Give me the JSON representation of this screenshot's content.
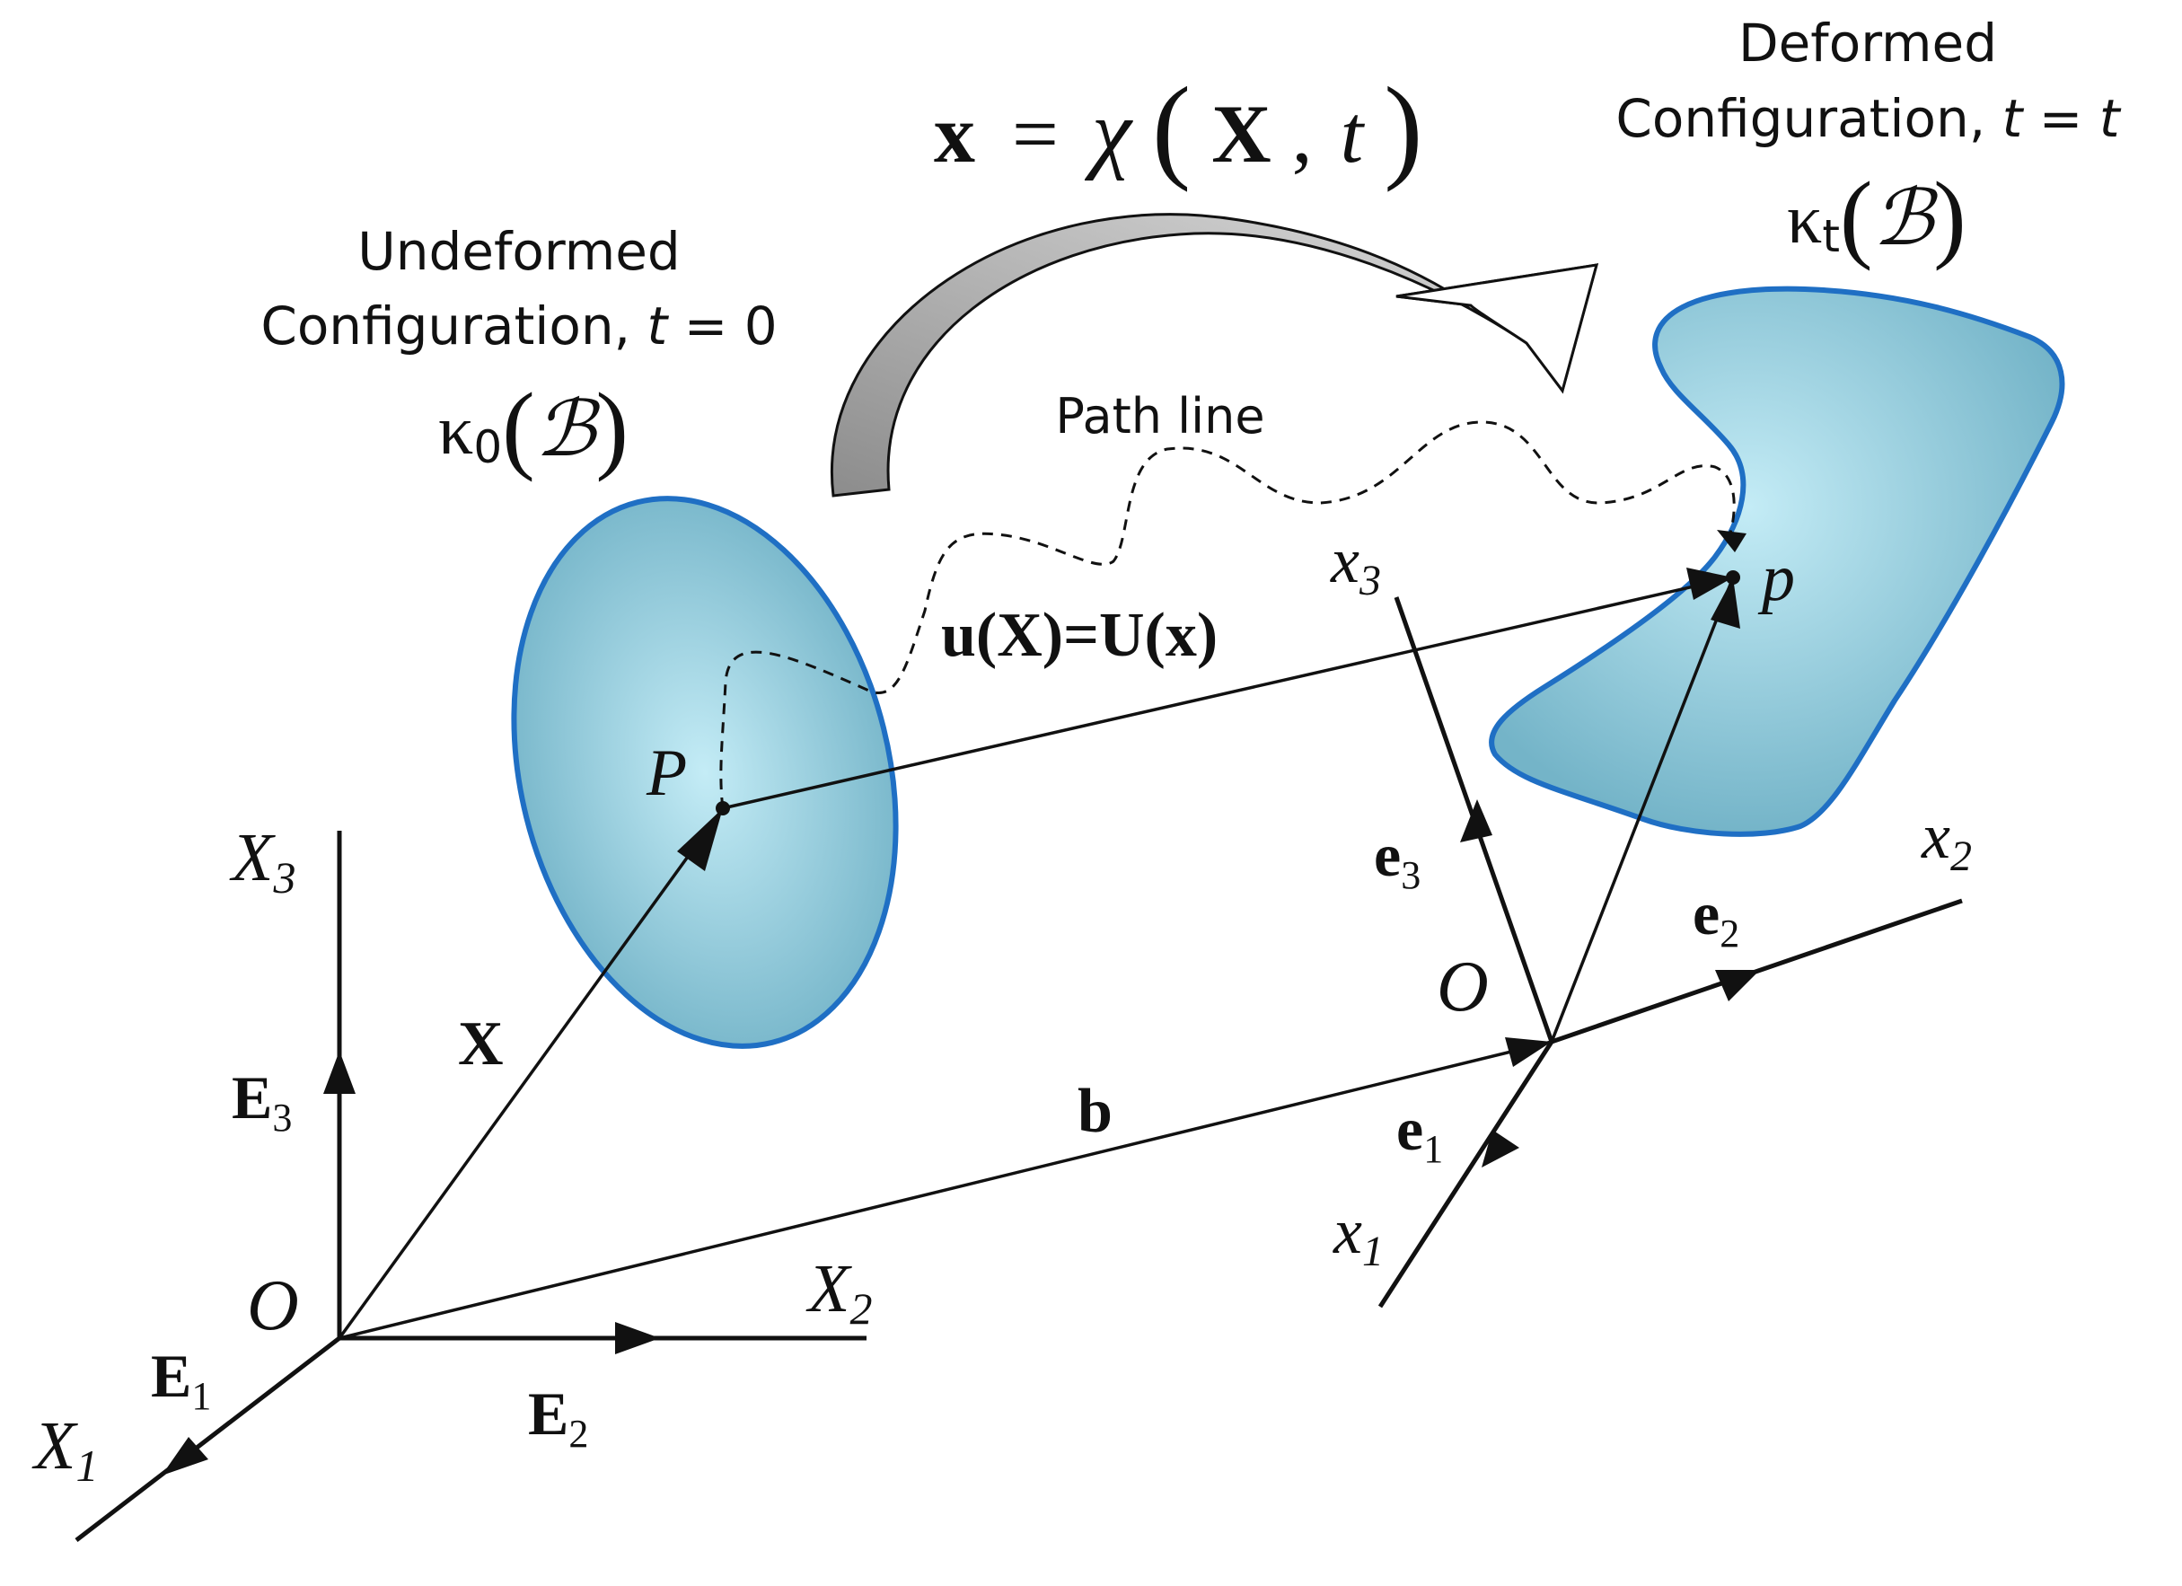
{
  "colors": {
    "body_fill_light": "#c4ecf6",
    "body_fill_dark": "#74b4c8",
    "body_stroke": "#1f6fc4",
    "arrow_fill": "#a8a8a8",
    "ink": "#111111"
  },
  "mapping_equation": {
    "lhs": "x",
    "equals": "=",
    "chi": "χ",
    "open_paren": "(",
    "arg1": "X",
    "comma": ",",
    "arg2": "t",
    "close_paren": ")"
  },
  "undeformed": {
    "label_line1": "Undeformed",
    "label_line2": "Configuration, ",
    "time_var": "t",
    "time_value": " = 0",
    "kappa": "κ",
    "kappa_sub": "0",
    "body_open": "(",
    "body_symbol": "ℬ",
    "body_close": ")"
  },
  "deformed": {
    "label_line1": "Deformed",
    "label_line2": "Configuration, ",
    "time_var": "t",
    "time_eq": " = ",
    "time_var2": "t",
    "kappa": "κ",
    "kappa_sub": "t",
    "body_open": "(",
    "body_symbol": "ℬ",
    "body_close": ")"
  },
  "path_line_label": "Path line",
  "displacement_label": "u(X)=U(x)",
  "points": {
    "reference_point": "P",
    "current_point": "p"
  },
  "vectors": {
    "position_reference": "X",
    "translation": "b"
  },
  "reference_frame": {
    "origin": "O",
    "axes": [
      {
        "name": "X",
        "sub": "1"
      },
      {
        "name": "X",
        "sub": "2"
      },
      {
        "name": "X",
        "sub": "3"
      }
    ],
    "basis": [
      {
        "name": "E",
        "sub": "1"
      },
      {
        "name": "E",
        "sub": "2"
      },
      {
        "name": "E",
        "sub": "3"
      }
    ]
  },
  "spatial_frame": {
    "origin": "O",
    "axes": [
      {
        "name": "x",
        "sub": "1"
      },
      {
        "name": "x",
        "sub": "2"
      },
      {
        "name": "x",
        "sub": "3"
      }
    ],
    "basis": [
      {
        "name": "e",
        "sub": "1"
      },
      {
        "name": "e",
        "sub": "2"
      },
      {
        "name": "e",
        "sub": "3"
      }
    ]
  }
}
